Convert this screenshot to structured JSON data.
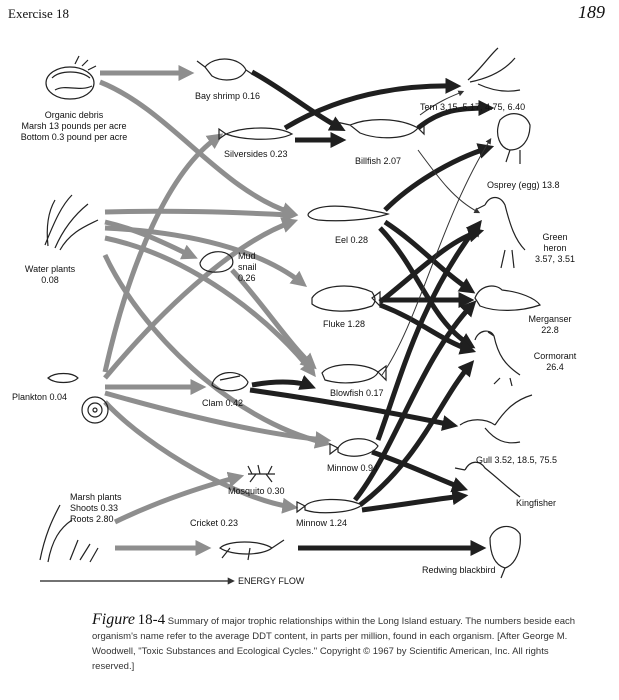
{
  "header": {
    "left": "Exercise 18",
    "page_number": "189"
  },
  "sources": {
    "organic_debris": {
      "name": "Organic debris",
      "line1": "Marsh 13 pounds per acre",
      "line2": "Bottom 0.3 pound per acre"
    },
    "water_plants": {
      "name": "Water plants",
      "value": "0.08"
    },
    "plankton": "Plankton 0.04",
    "marsh_plants": {
      "name": "Marsh plants",
      "shoots": "Shoots 0.33",
      "roots": "Roots 2.80"
    }
  },
  "organisms": {
    "bay_shrimp": "Bay shrimp 0.16",
    "silversides": "Silversides  0.23",
    "billfish": "Billfish 2.07",
    "eel": "Eel 0.28",
    "mud_snail": {
      "line1": "Mud",
      "line2": "snail",
      "line3": "0.26"
    },
    "fluke": "Fluke 1.28",
    "clam": "Clam 0.42",
    "blowfish": "Blowfish 0.17",
    "minnow_094": "Minnow 0.94",
    "mosquito": "Mosquito 0.30",
    "cricket": "Cricket 0.23",
    "minnow_124": "Minnow 1.24"
  },
  "predators": {
    "tern": "Tern 3.15, 5.17, 4.75, 6.40",
    "osprey": "Osprey (egg) 13.8",
    "green_heron": {
      "line1": "Green",
      "line2": "heron",
      "line3": "3.57, 3.51"
    },
    "merganser": {
      "line1": "Merganser",
      "line2": "22.8"
    },
    "cormorant": {
      "line1": "Cormorant",
      "line2": "26.4"
    },
    "gull": "Gull 3.52, 18.5, 75.5",
    "kingfisher": "Kingfisher",
    "redwing": "Redwing blackbird"
  },
  "energy_flow": "ENERGY FLOW",
  "caption": {
    "figure_word": "Figure",
    "figure_number": "18-4",
    "text": "Summary of major trophic relationships within the Long Island estuary. The numbers beside each organism's name refer to the average DDT content, in parts per million, found in each organism. [After George M. Woodwell, \"Toxic Substances and Ecological Cycles.\" Copyright © 1967 by Scientific American, Inc. All rights reserved.]"
  },
  "colors": {
    "dark_arrow": "#1f1f1f",
    "gray_arrow": "#8e8e8e",
    "thin_arrow": "#444444"
  }
}
